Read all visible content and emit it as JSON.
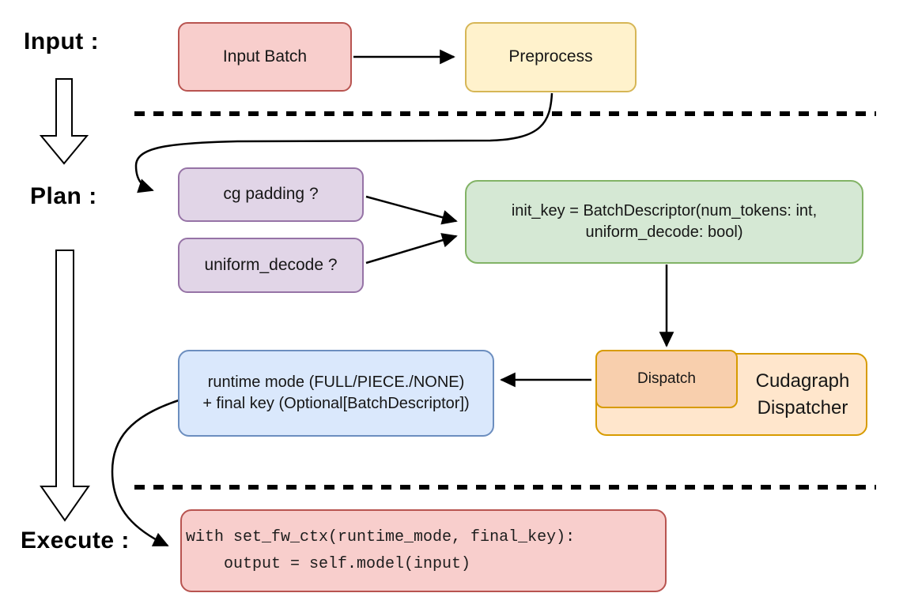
{
  "stages": {
    "input_label": "Input :",
    "plan_label": "Plan :",
    "execute_label": "Execute :"
  },
  "nodes": {
    "input_batch": {
      "label": "Input Batch"
    },
    "preprocess": {
      "label": "Preprocess"
    },
    "cg_padding": {
      "label": "cg padding ?"
    },
    "uniform_decode": {
      "label": "uniform_decode ?"
    },
    "init_key": {
      "line1": "init_key = BatchDescriptor(num_tokens: int,",
      "line2": "uniform_decode: bool)"
    },
    "dispatch": {
      "label": "Dispatch"
    },
    "cudagraph_dispatcher": {
      "line1": "Cudagraph",
      "line2": "Dispatcher"
    },
    "runtime_mode": {
      "line1": "runtime mode (FULL/PIECE./NONE)",
      "line2": "+ final key (Optional[BatchDescriptor])"
    },
    "execute_code": {
      "line1": "with set_fw_ctx(runtime_mode, final_key):",
      "line2": "    output = self.model(input)"
    }
  },
  "colors": {
    "red_fill": "#F8CECC",
    "red_stroke": "#B85450",
    "yellow_fill": "#FFF2CC",
    "yellow_stroke": "#D6B656",
    "purple_fill": "#E1D5E7",
    "purple_stroke": "#9673A6",
    "green_fill": "#D5E8D4",
    "green_stroke": "#82B366",
    "blue_fill": "#DAE8FC",
    "blue_stroke": "#6C8EBF",
    "orange_light_fill": "#FFE6CC",
    "orange_dark_fill": "#F8CFAD",
    "orange_stroke": "#D79B00",
    "connector": "#000000"
  }
}
